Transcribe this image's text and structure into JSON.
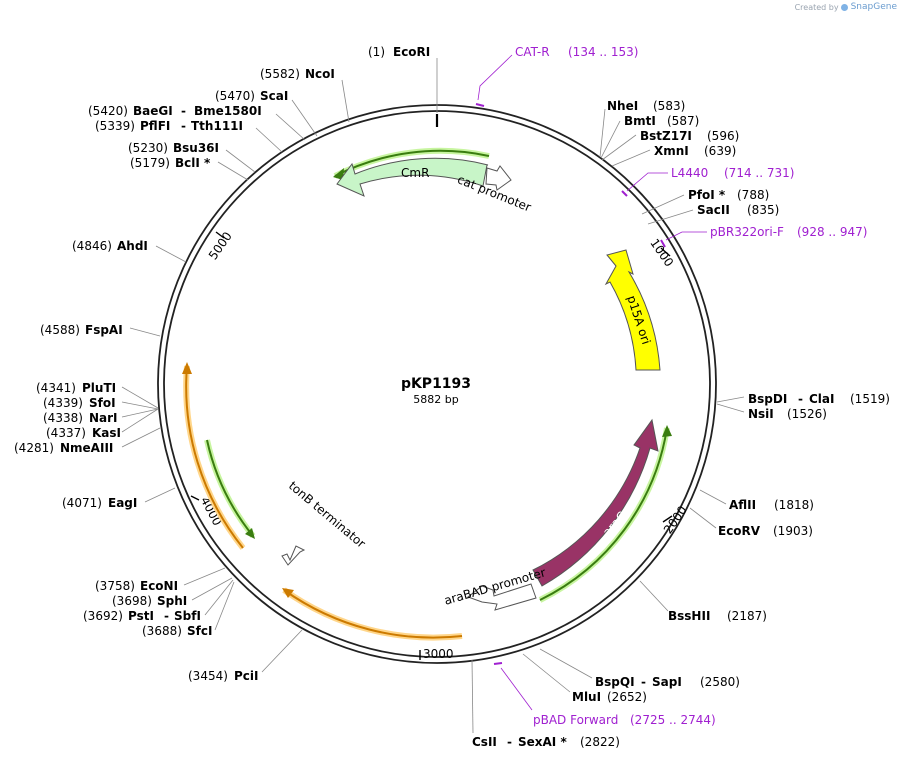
{
  "watermark": {
    "prefix": "Created by",
    "brand": "SnapGene"
  },
  "plasmid": {
    "name": "pKP1193",
    "size_label": "5882 bp",
    "length": 5882
  },
  "ticks": [
    "1000",
    "2000",
    "3000",
    "4000",
    "5000"
  ],
  "colors": {
    "backbone": "#222222",
    "primer": "#a020d0",
    "cmr": "#c8f5c8",
    "p15a": "#ffff00",
    "arac": "#993366",
    "outline_arrow": "#ffffff",
    "orf_green": "#3a7d10",
    "orf_orange": "#cc7a00"
  },
  "sites": [
    {
      "id": "ecori",
      "name": "EcoRI",
      "pos": "(1)"
    },
    {
      "id": "ncoi",
      "name": "NcoI",
      "pos": "(5582)"
    },
    {
      "id": "scai",
      "name": "ScaI",
      "pos": "(5470)"
    },
    {
      "id": "baegi",
      "name": "BaeGI",
      "name2": "Bme1580I",
      "pos": "(5420)"
    },
    {
      "id": "pflfi",
      "name": "PflFI",
      "name2": "Tth111I",
      "pos": "(5339)"
    },
    {
      "id": "bsu36i",
      "name": "Bsu36I",
      "pos": "(5230)"
    },
    {
      "id": "bcli",
      "name": "BclI *",
      "pos": "(5179)"
    },
    {
      "id": "ahdi",
      "name": "AhdI",
      "pos": "(4846)"
    },
    {
      "id": "fspai",
      "name": "FspAI",
      "pos": "(4588)"
    },
    {
      "id": "pluti",
      "name": "PluTI",
      "pos": "(4341)"
    },
    {
      "id": "sfoi",
      "name": "SfoI",
      "pos": "(4339)"
    },
    {
      "id": "nari",
      "name": "NarI",
      "pos": "(4338)"
    },
    {
      "id": "kasi",
      "name": "KasI",
      "pos": "(4337)"
    },
    {
      "id": "nmeaiii",
      "name": "NmeAIII",
      "pos": "(4281)"
    },
    {
      "id": "eagi",
      "name": "EagI",
      "pos": "(4071)"
    },
    {
      "id": "econi",
      "name": "EcoNI",
      "pos": "(3758)"
    },
    {
      "id": "sphi",
      "name": "SphI",
      "pos": "(3698)"
    },
    {
      "id": "psti",
      "name": "PstI",
      "name2": "SbfI",
      "pos": "(3692)"
    },
    {
      "id": "sfci",
      "name": "SfcI",
      "pos": "(3688)"
    },
    {
      "id": "pcii",
      "name": "PciI",
      "pos": "(3454)"
    },
    {
      "id": "csii",
      "name": "CsII",
      "name2": "SexAI *",
      "pos": "(2822)"
    },
    {
      "id": "mlui",
      "name": "MluI",
      "pos": "(2652)"
    },
    {
      "id": "bspqi",
      "name": "BspQI",
      "name2": "SapI",
      "pos": "(2580)"
    },
    {
      "id": "bsshii",
      "name": "BssHII",
      "pos": "(2187)"
    },
    {
      "id": "ecorv",
      "name": "EcoRV",
      "pos": "(1903)"
    },
    {
      "id": "aflii",
      "name": "AflII",
      "pos": "(1818)"
    },
    {
      "id": "nsii",
      "name": "NsiI",
      "pos": "(1526)"
    },
    {
      "id": "bspdi",
      "name": "BspDI",
      "name2": "ClaI",
      "pos": "(1519)"
    },
    {
      "id": "sacii",
      "name": "SacII",
      "pos": "(835)"
    },
    {
      "id": "pfoi",
      "name": "PfoI *",
      "pos": "(788)"
    },
    {
      "id": "xmni",
      "name": "XmnI",
      "pos": "(639)"
    },
    {
      "id": "bstz17i",
      "name": "BstZ17I",
      "pos": "(596)"
    },
    {
      "id": "bmti",
      "name": "BmtI",
      "pos": "(587)"
    },
    {
      "id": "nhei",
      "name": "NheI",
      "pos": "(583)"
    }
  ],
  "primers": [
    {
      "id": "catr",
      "name": "CAT-R",
      "range": "(134 .. 153)"
    },
    {
      "id": "l4440",
      "name": "L4440",
      "range": "(714 .. 731)"
    },
    {
      "id": "pbr322",
      "name": "pBR322ori-F",
      "range": "(928 .. 947)"
    },
    {
      "id": "pbad",
      "name": "pBAD Forward",
      "range": "(2725 .. 2744)"
    }
  ],
  "features": [
    {
      "id": "cmr",
      "label": "CmR"
    },
    {
      "id": "cat_promoter",
      "label": "cat promoter"
    },
    {
      "id": "p15a",
      "label": "p15A ori"
    },
    {
      "id": "arac",
      "label": "araC"
    },
    {
      "id": "arabad",
      "label": "araBAD promoter"
    },
    {
      "id": "tonb",
      "label": "tonB terminator"
    }
  ]
}
